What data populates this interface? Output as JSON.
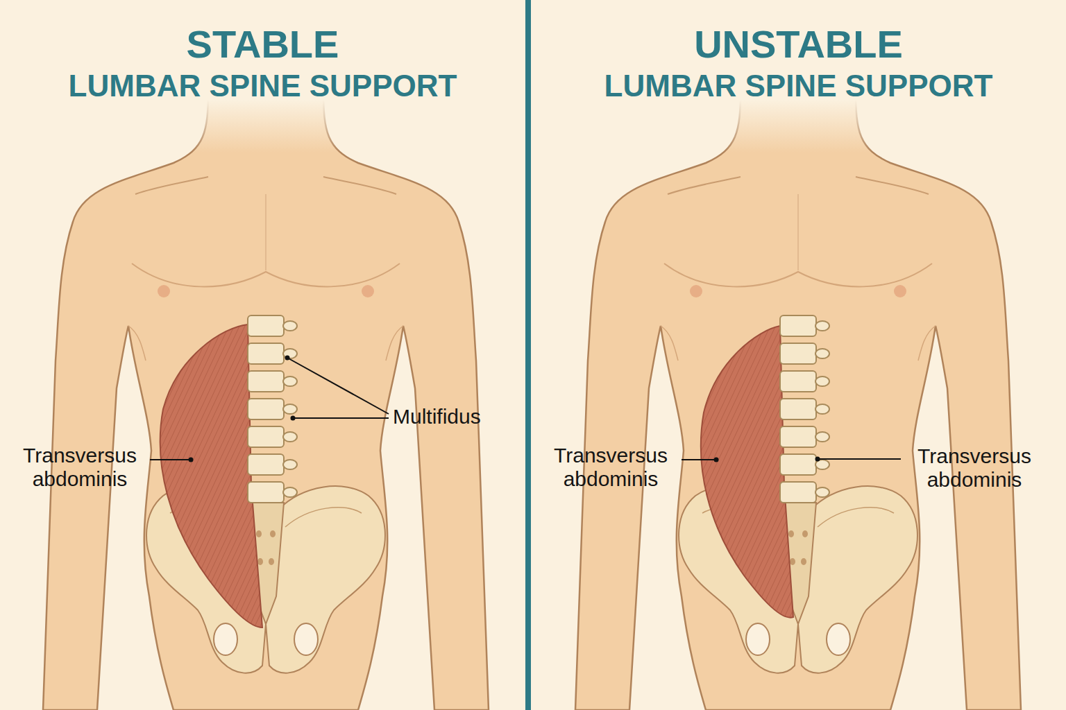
{
  "diagram": {
    "nodes": [
      {
        "text": [
          "STABLE",
          "LUMBAR SPINE SUPPORT"
        ]
      },
      {
        "text": [
          "UNSTABLE",
          "LUMBAR SPINE SUPPORT"
        ]
      }
    ],
    "labels": [
      "Multifidus",
      "Transversus abdominis",
      "Transversus abdominis",
      "Transversus abdominis"
    ]
  }
}
